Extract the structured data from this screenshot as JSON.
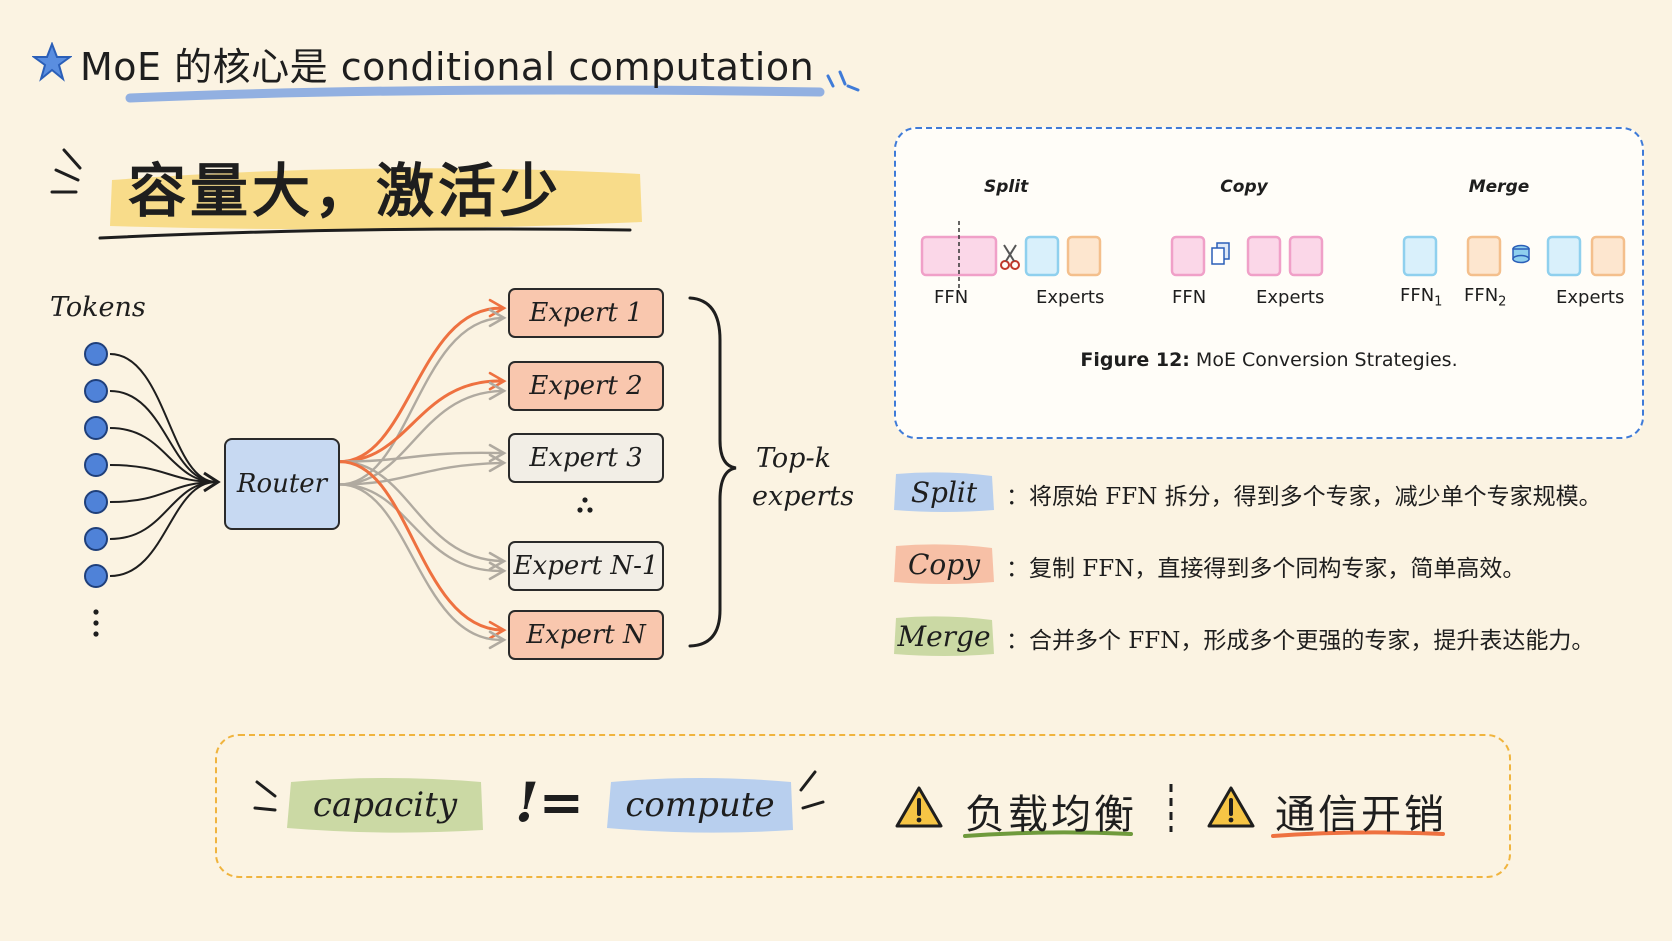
{
  "title": {
    "text": "MoE 的核心是 conditional computation",
    "icon": "star-icon"
  },
  "subtitle": "容量大，激活少",
  "left_diagram": {
    "tokens_label": "Tokens",
    "token_count_shown": 7,
    "router_label": "Router",
    "experts": [
      {
        "label": "Expert 1",
        "active": true
      },
      {
        "label": "Expert 2",
        "active": true
      },
      {
        "label": "Expert 3",
        "active": false
      },
      {
        "label": "Expert N-1",
        "active": false
      },
      {
        "label": "Expert N",
        "active": true
      }
    ],
    "topk_label_line1": "Top-k",
    "topk_label_line2": "experts",
    "colors": {
      "active": "#f9c7ae",
      "inactive": "#f2eee6",
      "router": "#c7d9f2",
      "token": "#4f82d8",
      "active_arrow": "#ee7140",
      "inactive_arrow": "#b0aaa0"
    }
  },
  "figure": {
    "groups": [
      {
        "title": "Split",
        "labels": [
          "FFN",
          "Experts"
        ],
        "connector_icon": "scissors-icon"
      },
      {
        "title": "Copy",
        "labels": [
          "FFN",
          "Experts"
        ],
        "connector_icon": "copy-icon"
      },
      {
        "title": "Merge",
        "labels": [
          "FFN",
          "FFN",
          "Experts"
        ],
        "subscripts": [
          "1",
          "2"
        ],
        "connector_icon": "merge-icon"
      }
    ],
    "caption_bold": "Figure 12:",
    "caption_text": " MoE Conversion Strategies.",
    "colors": {
      "pink": "#f0a0c8",
      "blue": "#8fd0ee",
      "orange": "#f4bf8c"
    }
  },
  "strategies": [
    {
      "tag": "Split",
      "desc": "：将原始 FFN 拆分，得到多个专家，减少单个专家规模。",
      "color": "#b8cfee"
    },
    {
      "tag": "Copy",
      "desc": "：复制 FFN，直接得到多个同构专家，简单高效。",
      "color": "#f7c0a6"
    },
    {
      "tag": "Merge",
      "desc": "：合并多个 FFN，形成多个更强的专家，提升表达能力。",
      "color": "#cbd9a4"
    }
  ],
  "footer": {
    "capacity": "capacity",
    "neq": "!=",
    "compute": "compute",
    "warnings": [
      {
        "text": "负载均衡",
        "underline": "#6f9a3c"
      },
      {
        "text": "通信开销",
        "underline": "#ee7140"
      }
    ]
  }
}
